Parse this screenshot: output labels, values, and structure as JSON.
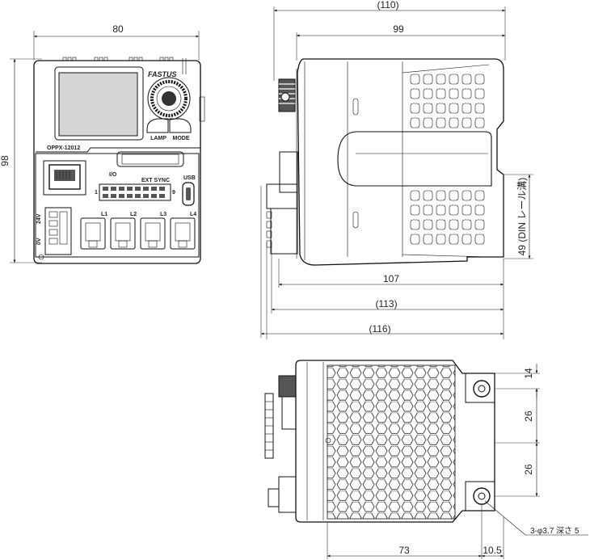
{
  "front_view": {
    "brand": "FASTUS",
    "model": "OPPX-12012",
    "width_dim": "80",
    "height_dim": "98",
    "labels": {
      "lamp": "LAMP",
      "mode": "MODE",
      "io": "I/O",
      "ext_sync": "EXT SYNC",
      "usb": "USB",
      "pin1": "1",
      "pin9": "9",
      "v24": "24V",
      "v0": "0V",
      "l1": "L1",
      "l2": "L2",
      "l3": "L3",
      "l4": "L4"
    }
  },
  "side_view": {
    "dims": {
      "d110": "(110)",
      "d99": "99",
      "d107": "107",
      "d113": "(113)",
      "d116": "(116)",
      "din": "49 (DIN レール溝)"
    }
  },
  "bottom_view": {
    "dims": {
      "d14": "14",
      "d26a": "26",
      "d26b": "26",
      "d73": "73",
      "d105": "10.5",
      "hole_note": "3-φ3.7 深さ 5"
    }
  },
  "colors": {
    "line": "#111111",
    "screen_fill": "#d6d6d6",
    "dark_fill": "#555555"
  }
}
